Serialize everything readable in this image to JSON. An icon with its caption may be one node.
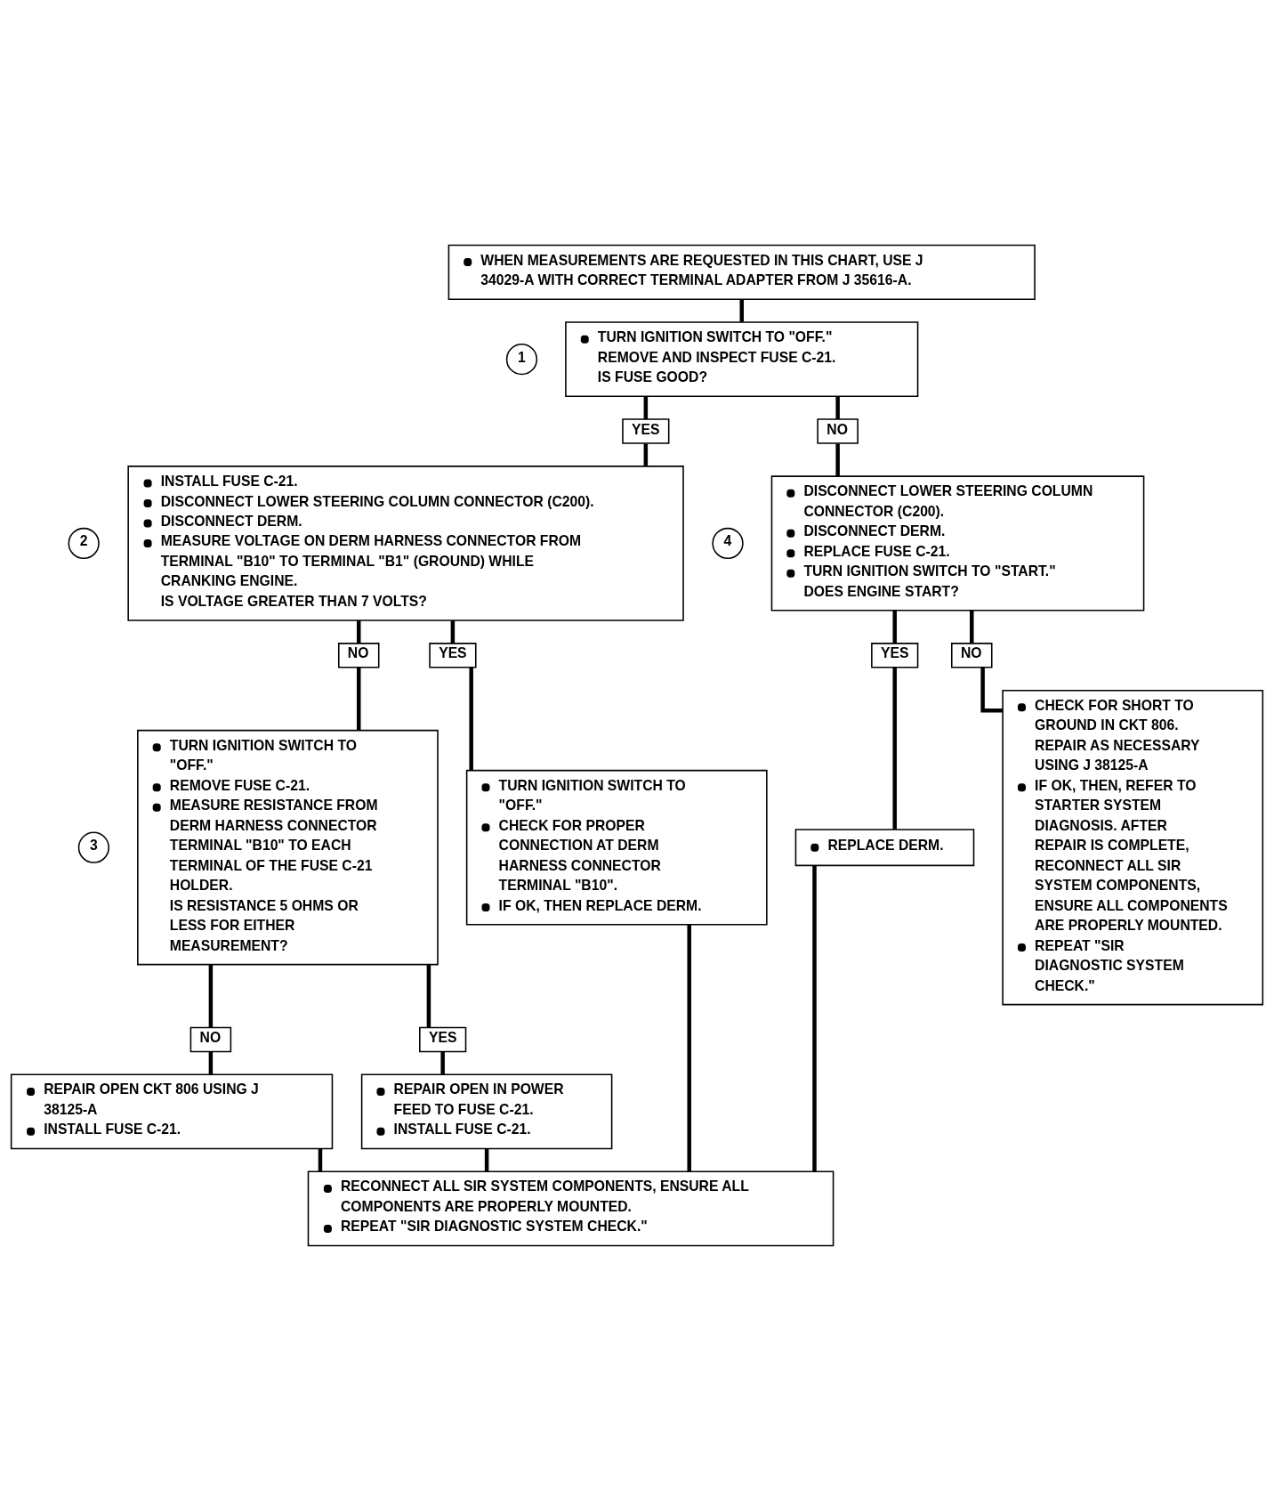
{
  "diagram": {
    "nodes": [
      {
        "text": [
          "WHEN MEASUREMENTS ARE REQUESTED IN THIS CHART, USE J 34029-A WITH CORRECT TERMINAL ADAPTER FROM J 35616-A."
        ]
      },
      {
        "text": [
          "1"
        ]
      },
      {
        "text": [
          "TURN IGNITION SWITCH TO \"OFF.\"",
          "REMOVE AND INSPECT FUSE C-21.",
          "IS FUSE GOOD?"
        ]
      },
      {
        "text": [
          "YES"
        ]
      },
      {
        "text": [
          "NO"
        ]
      },
      {
        "text": [
          "2"
        ]
      },
      {
        "text": [
          "INSTALL FUSE C-21.",
          "DISCONNECT LOWER STEERING COLUMN CONNECTOR (C200).",
          "DISCONNECT DERM.",
          "MEASURE VOLTAGE ON DERM HARNESS CONNECTOR FROM TERMINAL \"B10\" TO TERMINAL \"B1\" (GROUND) WHILE CRANKING ENGINE.",
          "IS VOLTAGE GREATER THAN 7 VOLTS?"
        ]
      },
      {
        "text": [
          "4"
        ]
      },
      {
        "text": [
          "DISCONNECT LOWER STEERING COLUMN CONNECTOR (C200).",
          "DISCONNECT DERM.",
          "REPLACE FUSE C-21.",
          "TURN IGNITION SWITCH TO \"START.\"",
          "DOES ENGINE START?"
        ]
      },
      {
        "text": [
          "NO"
        ]
      },
      {
        "text": [
          "YES"
        ]
      },
      {
        "text": [
          "YES"
        ]
      },
      {
        "text": [
          "NO"
        ]
      },
      {
        "text": [
          "3"
        ]
      },
      {
        "text": [
          "TURN IGNITION SWITCH TO \"OFF.\"",
          "REMOVE FUSE C-21.",
          "MEASURE RESISTANCE FROM DERM HARNESS CONNECTOR TERMINAL \"B10\" TO EACH TERMINAL OF THE FUSE C-21 HOLDER.",
          "IS RESISTANCE 5 OHMS OR LESS FOR EITHER MEASUREMENT?"
        ]
      },
      {
        "text": [
          "TURN IGNITION SWITCH TO \"OFF.\"",
          "CHECK FOR PROPER CONNECTION AT DERM HARNESS CONNECTOR TERMINAL \"B10\".",
          "IF OK, THEN REPLACE DERM."
        ]
      },
      {
        "text": [
          "REPLACE DERM."
        ]
      },
      {
        "text": [
          "CHECK FOR SHORT TO GROUND IN CKT 806. REPAIR AS NECESSARY USING J 38125-A",
          "IF OK, THEN, REFER TO STARTER SYSTEM DIAGNOSIS. AFTER REPAIR IS COMPLETE, RECONNECT ALL SIR SYSTEM COMPONENTS, ENSURE ALL COMPONENTS ARE PROPERLY MOUNTED.",
          "REPEAT \"SIR DIAGNOSTIC SYSTEM CHECK.\""
        ]
      },
      {
        "text": [
          "NO"
        ]
      },
      {
        "text": [
          "YES"
        ]
      },
      {
        "text": [
          "REPAIR OPEN CKT 806 USING J 38125-A",
          "INSTALL FUSE C-21."
        ]
      },
      {
        "text": [
          "REPAIR OPEN IN POWER FEED TO FUSE C-21.",
          "INSTALL FUSE C-21."
        ]
      },
      {
        "text": [
          "RECONNECT ALL SIR SYSTEM COMPONENTS, ENSURE ALL COMPONENTS ARE PROPERLY MOUNTED.",
          "REPEAT \"SIR DIAGNOSTIC SYSTEM CHECK.\""
        ]
      }
    ],
    "edges": [
      {
        "from": 0,
        "to": 2,
        "arrow": "none"
      },
      {
        "from": 2,
        "to": 3,
        "arrow": "none"
      },
      {
        "from": 2,
        "to": 4,
        "arrow": "none"
      },
      {
        "from": 3,
        "to": 6,
        "arrow": "none"
      },
      {
        "from": 4,
        "to": 8,
        "arrow": "none"
      },
      {
        "from": 6,
        "to": 9,
        "arrow": "none"
      },
      {
        "from": 6,
        "to": 10,
        "arrow": "none"
      },
      {
        "from": 8,
        "to": 11,
        "arrow": "none"
      },
      {
        "from": 8,
        "to": 12,
        "arrow": "none"
      },
      {
        "from": 9,
        "to": 14,
        "arrow": "none"
      },
      {
        "from": 10,
        "to": 15,
        "arrow": "none"
      },
      {
        "from": 11,
        "to": 16,
        "arrow": "none"
      },
      {
        "from": 12,
        "to": 17,
        "arrow": "none"
      },
      {
        "from": 14,
        "to": 18,
        "arrow": "none"
      },
      {
        "from": 14,
        "to": 19,
        "arrow": "none"
      },
      {
        "from": 18,
        "to": 20,
        "arrow": "none"
      },
      {
        "from": 19,
        "to": 21,
        "arrow": "none"
      },
      {
        "from": 20,
        "to": 22,
        "arrow": "none"
      },
      {
        "from": 21,
        "to": 22,
        "arrow": "none"
      },
      {
        "from": 15,
        "to": 22,
        "arrow": "none"
      },
      {
        "from": 16,
        "to": 22,
        "arrow": "none"
      }
    ]
  }
}
